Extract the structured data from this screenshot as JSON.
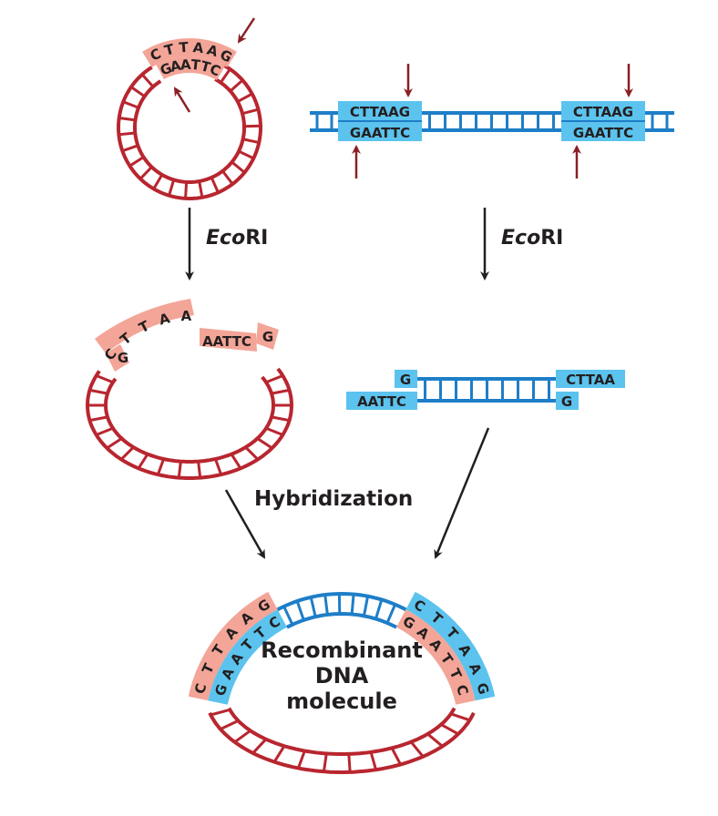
{
  "colors": {
    "plasmid": "#b8262f",
    "foreign": "#1e7ec8",
    "plasmid_site": "#f3a598",
    "foreign_site": "#5bc3ee",
    "arrow": "#231f20",
    "cut_arrow": "#8a1f24"
  },
  "enzyme_left": {
    "italic": "Eco",
    "roman": "RI"
  },
  "enzyme_right": {
    "italic": "Eco",
    "roman": "RI"
  },
  "hybridization_label": "Hybridization",
  "recombinant_label": {
    "line1": "Recombinant",
    "line2": "DNA",
    "line3": "molecule"
  },
  "plasmid_top": {
    "outer": [
      "C",
      "T",
      "T",
      "A",
      "A",
      "G"
    ],
    "inner": [
      "G",
      "A",
      "A",
      "T",
      "T",
      "C"
    ]
  },
  "foreign_top": {
    "left_site": {
      "top": "CTTAAG",
      "bottom": "GAATTC"
    },
    "right_site": {
      "top": "CTTAAG",
      "bottom": "GAATTC"
    }
  },
  "plasmid_cut": {
    "left_outer": [
      "C",
      "T",
      "T",
      "A",
      "A"
    ],
    "left_inner": "G",
    "right_inner": "AATTC",
    "right_outer": "G"
  },
  "fragment": {
    "left_top": "G",
    "left_bottom": "AATTC",
    "right_top": "CTTAA",
    "right_bottom": "G"
  },
  "recombinant": {
    "left_outer": [
      "C",
      "T",
      "T",
      "A",
      "A",
      "G"
    ],
    "left_inner": [
      "G",
      "A",
      "A",
      "T",
      "T",
      "C"
    ],
    "right_outer": [
      "C",
      "T",
      "T",
      "A",
      "A",
      "G"
    ],
    "right_inner": [
      "G",
      "A",
      "A",
      "T",
      "T",
      "C"
    ]
  }
}
